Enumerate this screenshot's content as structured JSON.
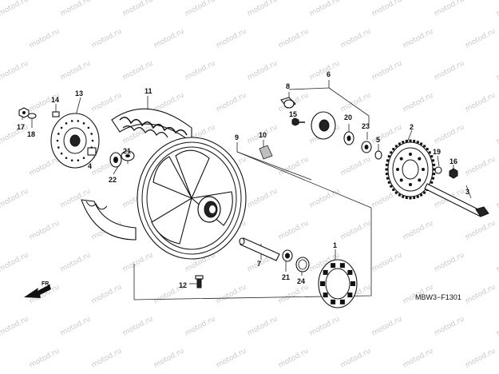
{
  "watermark": "motod.ru",
  "diagram_code": "MBW3−F1301",
  "direction_label": "FR.",
  "callouts": [
    "1",
    "2",
    "3",
    "4",
    "5",
    "6",
    "7",
    "8",
    "9",
    "10",
    "11",
    "12",
    "13",
    "14",
    "15",
    "16",
    "17",
    "18",
    "19",
    "20",
    "21",
    "21",
    "22",
    "23",
    "24"
  ],
  "colors": {
    "line": "#111111",
    "watermark": "#c8c8c8",
    "fill_gray": "#bfbfbf"
  }
}
